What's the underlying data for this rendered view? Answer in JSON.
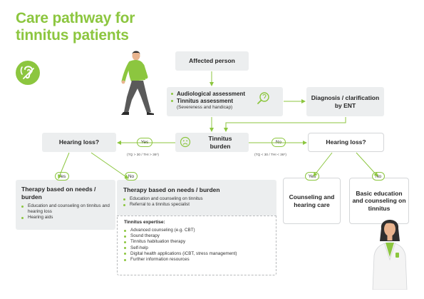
{
  "title": {
    "line1": "Care pathway for",
    "line2": "tinnitus patients"
  },
  "affected_person": "Affected person",
  "assessment": {
    "item1": "Audiological assessment",
    "item2": "Tinnitus assessment",
    "item2_sub": "(Severeness and handicap)"
  },
  "diagnosis": {
    "line1": "Diagnosis / clarification",
    "line2": "by ENT"
  },
  "burden": {
    "line1": "Tinnitus",
    "line2": "burden"
  },
  "hearing_loss_left": "Hearing loss?",
  "hearing_loss_right": "Hearing loss?",
  "labels": {
    "yes_left": "Yes",
    "no_right": "No",
    "threshold_left": "(TQ > 30 / THI > 36*)",
    "threshold_right": "(TQ < 30 / THI < 36*)",
    "yes_a": "Yes",
    "no_a": "No",
    "yes_b": "Yes",
    "no_b": "No"
  },
  "therapy_hl": {
    "title1": "Therapy based on needs /",
    "title2": "burden",
    "items": [
      "Education and counseling on tinnitus and hearing loss",
      "Hearing aids"
    ]
  },
  "therapy_nohl": {
    "title": "Therapy based on needs / burden",
    "items": [
      "Education and counseling on tinnitus",
      "Referral to a tinnitus specialist"
    ]
  },
  "expertise": {
    "title": "Tinnitus expertise:",
    "items": [
      "Advanced counseling (e.g. CBT)",
      "Sound therapy",
      "Tinnitus habituation therapy",
      "Self-help",
      "Digital health applications (iCBT, stress management)",
      "Further information resources"
    ]
  },
  "counseling": {
    "line1": "Counseling and",
    "line2": "hearing care"
  },
  "basic_edu": {
    "line1": "Basic education",
    "line2": "and counseling on",
    "line3": "tinnitus"
  },
  "colors": {
    "accent": "#8cc63f",
    "box": "#eceeef",
    "text": "#262626"
  }
}
